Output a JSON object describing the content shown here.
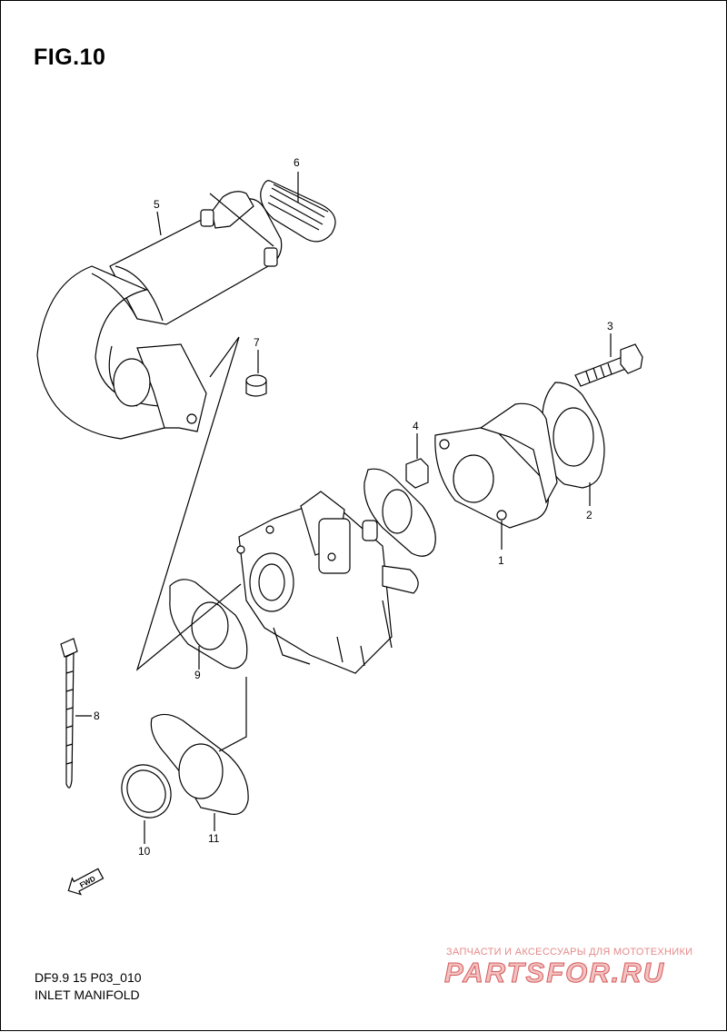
{
  "figure": {
    "title": "FIG.10"
  },
  "callouts": [
    {
      "id": "1",
      "label": "1"
    },
    {
      "id": "2",
      "label": "2"
    },
    {
      "id": "3",
      "label": "3"
    },
    {
      "id": "4",
      "label": "4"
    },
    {
      "id": "5",
      "label": "5"
    },
    {
      "id": "6",
      "label": "6"
    },
    {
      "id": "7",
      "label": "7"
    },
    {
      "id": "8",
      "label": "8"
    },
    {
      "id": "9",
      "label": "9"
    },
    {
      "id": "10",
      "label": "10"
    },
    {
      "id": "11",
      "label": "11"
    }
  ],
  "direction_arrow": {
    "label": "FWD"
  },
  "footer": {
    "model_code": "DF9.9 15 P03_010",
    "section_name": "INLET MANIFOLD"
  },
  "watermark": {
    "subtitle": "ЗАПЧАСТИ И АКСЕССУАРЫ ДЛЯ МОТОТЕХНИКИ",
    "logo_text": "PARTSFOR.RU"
  }
}
